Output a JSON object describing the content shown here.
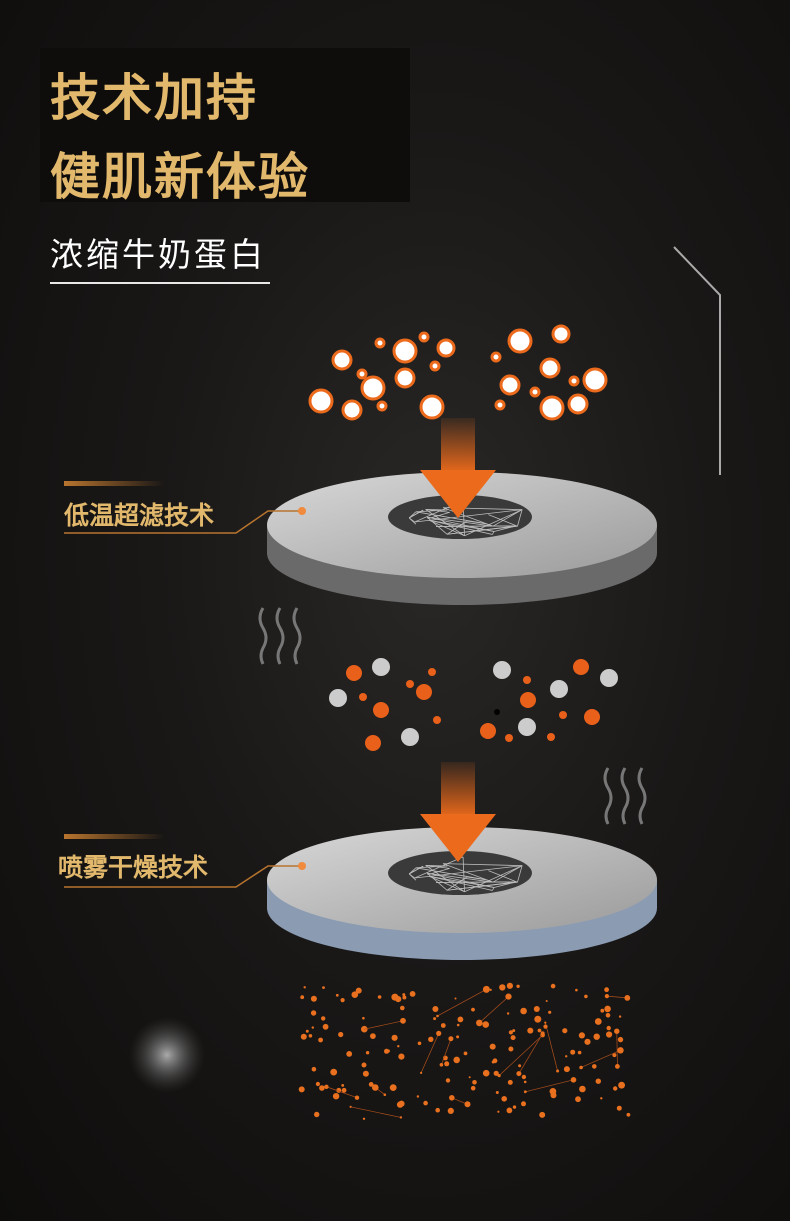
{
  "header": {
    "title_line1": "技术加持",
    "title_line2": "健肌新体验",
    "subtitle": "浓缩牛奶蛋白"
  },
  "steps": [
    {
      "label": "低温超滤技术"
    },
    {
      "label": "喷雾干燥技术"
    }
  ],
  "colors": {
    "gold": "#e2b96c",
    "orange": "#ec6a1c",
    "background": "#1a1817"
  }
}
